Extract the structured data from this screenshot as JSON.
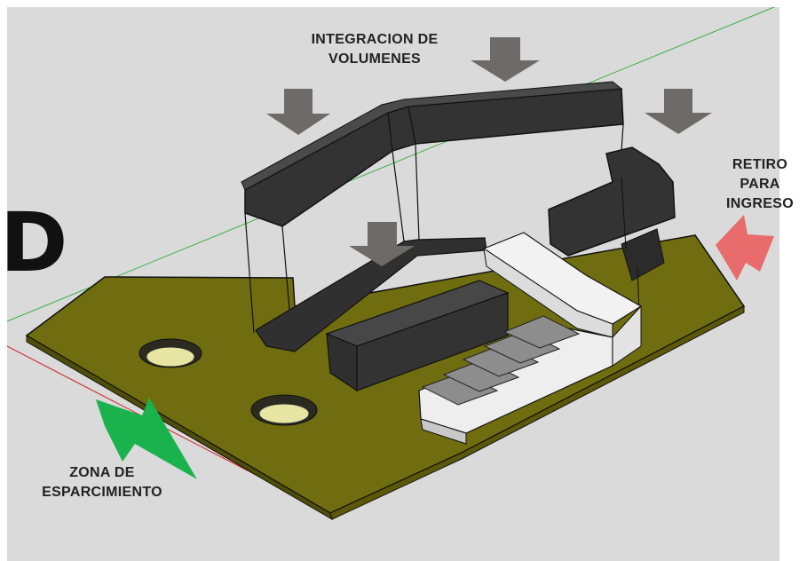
{
  "labels": {
    "integracion_line1": "INTEGRACION DE",
    "integracion_line2": "VOLUMENES",
    "retiro_line1": "RETIRO",
    "retiro_line2": "PARA",
    "retiro_line3": "INGRESO",
    "zona_line1": "ZONA DE",
    "zona_line2": "ESPARCIMIENTO",
    "cut_letter": "D"
  },
  "colors": {
    "background": "#dadada",
    "ground": "#6f6d10",
    "volume": "#333333",
    "arrow_down": "#6f6a6a",
    "arrow_retiro": "#e86c6c",
    "arrow_zona": "#19b24c",
    "stairs": "#8d8d8d",
    "white_volume": "#f2f2f2"
  }
}
